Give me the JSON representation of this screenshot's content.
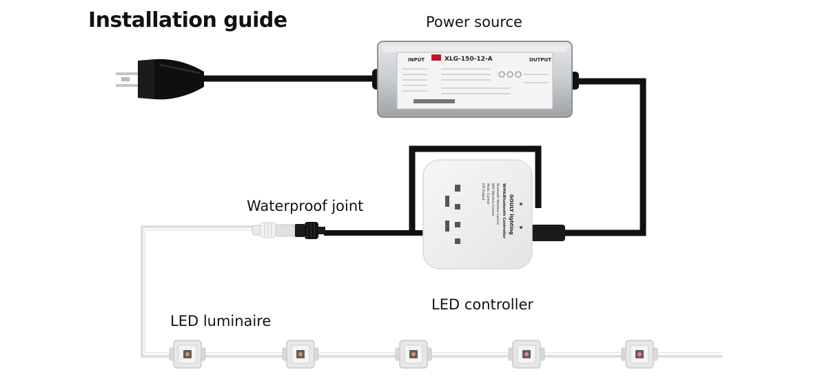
{
  "title": "Installation guide",
  "labels": {
    "power_source": "Power source",
    "waterproof_joint": "Waterproof joint",
    "led_controller": "LED controller",
    "led_luminaire": "LED luminaire"
  },
  "power_supply": {
    "model": "XLG-150-12-A",
    "input_label": "INPUT",
    "output_label": "OUTPUT"
  },
  "controller": {
    "brand": "GOULY lighting",
    "subtitle": "Wifi&Bluetooth Controller",
    "features": [
      "Bluetooth Wireless Control",
      "WiFi Wireless Control",
      "Music Control",
      "DIY Output"
    ]
  },
  "luminaire_count": 5
}
